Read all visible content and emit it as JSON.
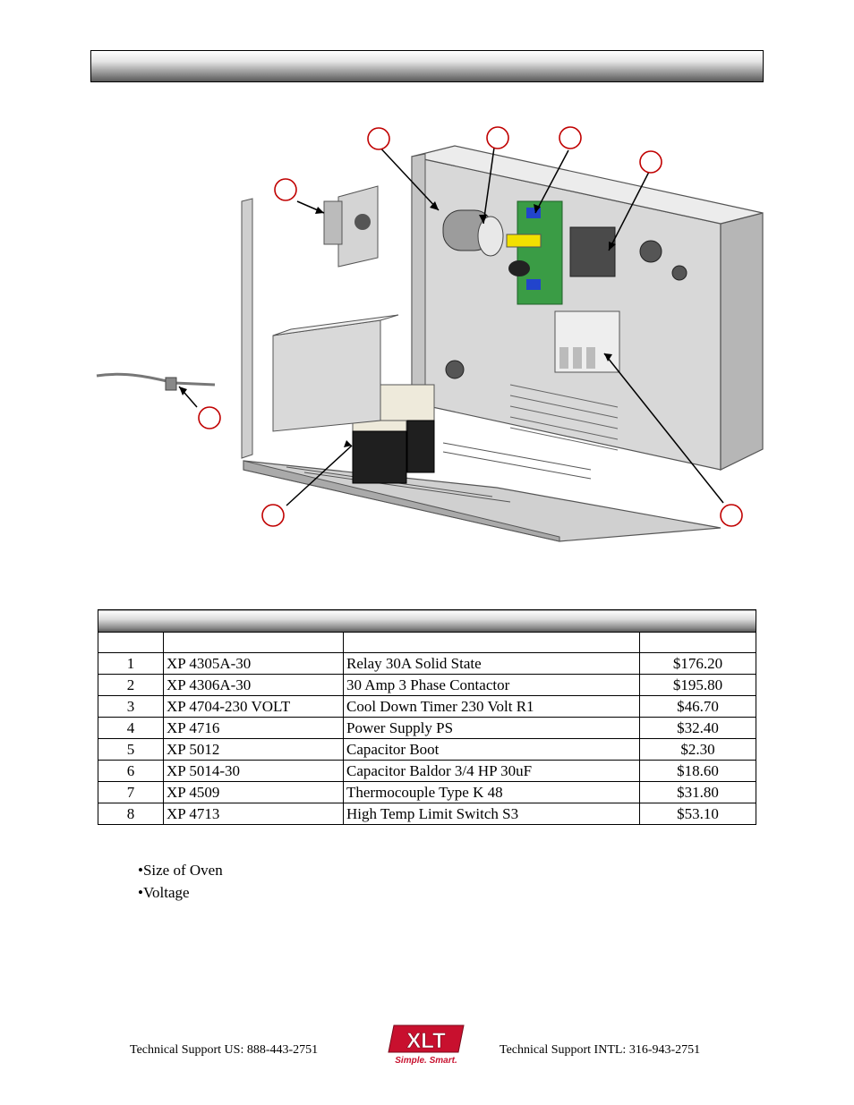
{
  "header": {
    "title": ""
  },
  "callouts": [
    "",
    "",
    "",
    "",
    "",
    "",
    "",
    ""
  ],
  "table": {
    "title": "",
    "columns": [
      "",
      "",
      "",
      ""
    ],
    "rows": [
      {
        "item": "1",
        "part": "XP 4305A-30",
        "description": "Relay 30A Solid State",
        "price": "$176.20"
      },
      {
        "item": "2",
        "part": "XP 4306A-30",
        "description": "30 Amp 3 Phase Contactor",
        "price": "$195.80"
      },
      {
        "item": "3",
        "part": "XP 4704-230 VOLT",
        "description": "Cool Down Timer 230 Volt R1",
        "price": "$46.70"
      },
      {
        "item": "4",
        "part": "XP 4716",
        "description": "Power Supply PS",
        "price": "$32.40"
      },
      {
        "item": "5",
        "part": "XP 5012",
        "description": "Capacitor Boot",
        "price": "$2.30"
      },
      {
        "item": "6",
        "part": "XP 5014-30",
        "description": "Capacitor Baldor 3/4 HP 30uF",
        "price": "$18.60"
      },
      {
        "item": "7",
        "part": "XP 4509",
        "description": "Thermocouple Type K 48",
        "price": "$31.80"
      },
      {
        "item": "8",
        "part": "XP 4713",
        "description": "High Temp Limit Switch S3",
        "price": "$53.10"
      }
    ]
  },
  "notes": {
    "bullet_glyph": "•",
    "items": [
      "Size of Oven",
      "Voltage"
    ]
  },
  "footer": {
    "left": "Technical Support  US:  888-443-2751",
    "right": "Technical Support  INTL:  316-943-2751",
    "logo_text": "XLT",
    "logo_tagline": "Simple. Smart.",
    "logo_color": "#c8102e"
  }
}
